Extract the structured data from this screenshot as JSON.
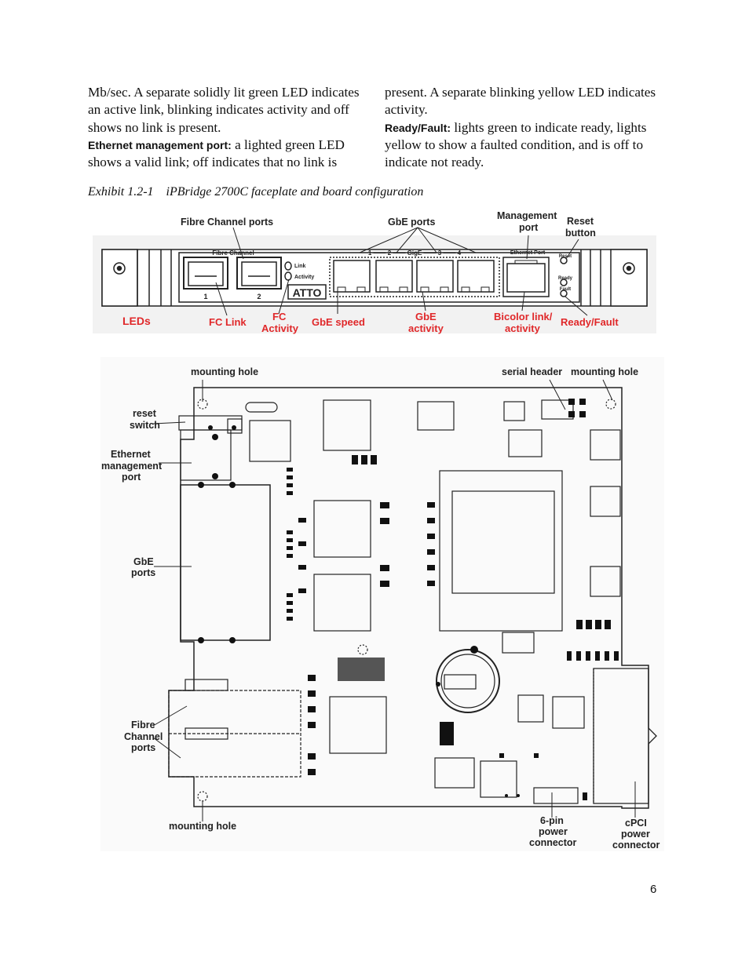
{
  "text": {
    "left_p1": "Mb/sec. A separate solidly lit green LED indicates an active link, blinking indicates activity and off shows no link is present.",
    "left_p2_lead": "Ethernet management port:",
    "left_p2_body": " a lighted green LED shows a valid link; off indicates that no link is",
    "right_p1": "present. A separate blinking yellow LED indicates activity.",
    "right_p2_lead": "Ready/Fault:",
    "right_p2_body": " lights green to indicate ready, lights yellow to show a faulted condition, and is off to indicate not ready."
  },
  "caption": {
    "number": "Exhibit 1.2-1",
    "title": "iPBridge 2700C faceplate and board configuration"
  },
  "faceplate": {
    "top_labels": {
      "fibre_channel_ports": "Fibre Channel ports",
      "gbe_ports": "GbE ports",
      "management_port_1": "Management",
      "management_port_2": "port",
      "reset_button_1": "Reset",
      "reset_button_2": "button"
    },
    "panel_text": {
      "fibre_channel": "Fibre Channel",
      "fc1": "1",
      "fc2": "2",
      "link": "Link",
      "activity": "Activity",
      "brand": "ATTO",
      "gige": "1 —— 2 —— GigE —— 3 —— 4",
      "ethernet_port": "Ethernet Port",
      "reset": "Reset",
      "ready": "Ready",
      "fault": "Fault"
    },
    "bottom_labels": {
      "leds": "LEDs",
      "fc_link": "FC Link",
      "fc_activity_1": "FC",
      "fc_activity_2": "Activity",
      "gbe_speed": "GbE speed",
      "gbe_activity_1": "GbE",
      "gbe_activity_2": "activity",
      "bicolor_1": "Bicolor link/",
      "bicolor_2": "activity",
      "ready_fault": "Ready/Fault"
    }
  },
  "board": {
    "labels": {
      "mounting_hole_top": "mounting hole",
      "serial_header": "serial header",
      "mounting_hole_right": "mounting hole",
      "reset_switch_1": "reset",
      "reset_switch_2": "switch",
      "eth_mgmt_1": "Ethernet",
      "eth_mgmt_2": "management",
      "eth_mgmt_3": "port",
      "gbe_ports_1": "GbE",
      "gbe_ports_2": "ports",
      "fc_ports_1": "Fibre",
      "fc_ports_2": "Channel",
      "fc_ports_3": "ports",
      "mounting_hole_bottom": "mounting hole",
      "six_pin_1": "6-pin",
      "six_pin_2": "power",
      "six_pin_3": "connector",
      "cpci_1": "cPCI",
      "cpci_2": "power",
      "cpci_3": "connector"
    }
  },
  "page_number": "6",
  "colors": {
    "callout_red": "#e0282a",
    "text": "#111111",
    "line": "#222222"
  }
}
